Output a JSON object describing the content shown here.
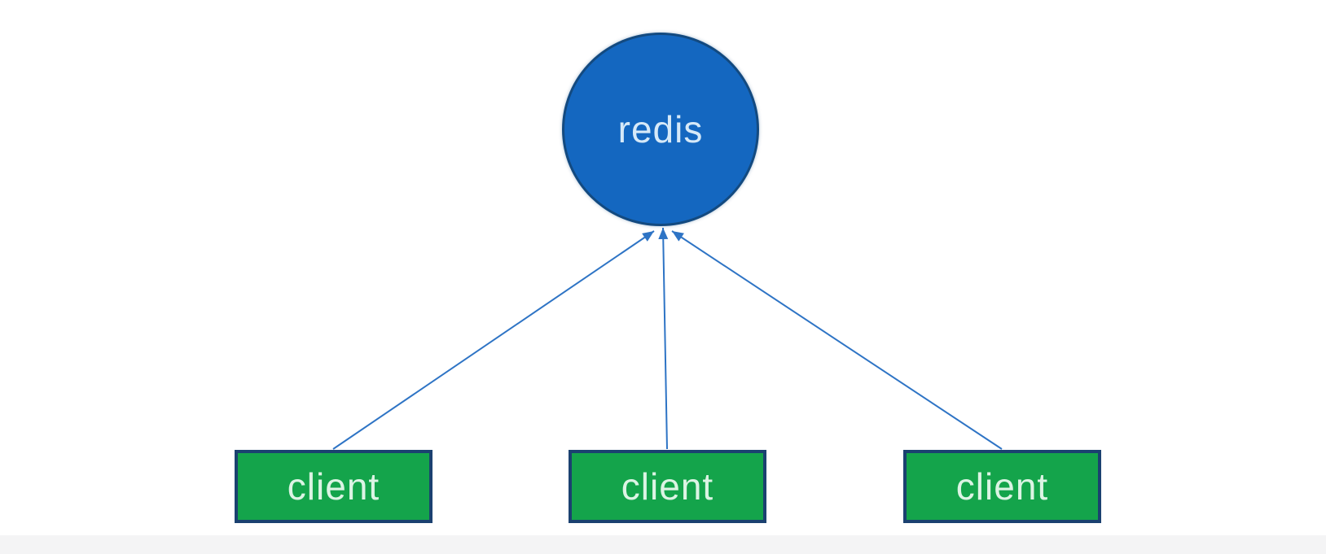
{
  "colors": {
    "canvas-bg": "#ffffff",
    "circle-fill": "#1467c0",
    "circle-border": "#134a80",
    "circle-text": "#d6e9f8",
    "box-fill": "#14a44b",
    "box-border": "#1b4170",
    "box-text": "#dcf4e4",
    "arrow": "#2e74c5",
    "strip": "#f4f4f5"
  },
  "diagram": {
    "server": {
      "label": "redis",
      "shape": "circle"
    },
    "clients": [
      {
        "label": "client",
        "shape": "rectangle"
      },
      {
        "label": "client",
        "shape": "rectangle"
      },
      {
        "label": "client",
        "shape": "rectangle"
      }
    ],
    "edges": [
      {
        "from": "client-left",
        "to": "redis",
        "style": "arrow"
      },
      {
        "from": "client-middle",
        "to": "redis",
        "style": "arrow"
      },
      {
        "from": "client-right",
        "to": "redis",
        "style": "arrow"
      }
    ]
  }
}
